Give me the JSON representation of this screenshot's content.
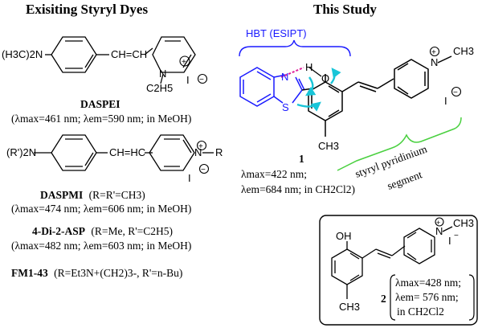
{
  "headers": {
    "left": "Exisiting Styryl Dyes",
    "right": "This Study"
  },
  "daspei": {
    "amine": "(H3C)2N",
    "vinyl": "CH=CH",
    "n_plus": "N",
    "ethyl": "C2H5",
    "iodide": "I",
    "name": "DASPEI",
    "props": "(λmax=461 nm; λem=590 nm; in MeOH)"
  },
  "daspmi": {
    "amine": "(R')2N",
    "vinyl": "CH=HC",
    "n_plus": "N",
    "r_group": "R",
    "iodide": "I",
    "name": "DASPMI",
    "name_note": "(R=R'=CH3)",
    "props": "(λmax=474 nm; λem=606 nm; in MeOH)"
  },
  "asp": {
    "name": "4-Di-2-ASP",
    "name_note": "(R=Me, R'=C2H5)",
    "props": "(λmax=482 nm; λem=603 nm; in MeOH)"
  },
  "fm": {
    "name": "FM1-43",
    "name_note": "(R=Et3N+(CH2)3-, R'=n-Bu)"
  },
  "compound1": {
    "hbt_label": "HBT (ESIPT)",
    "atoms": {
      "n": "N",
      "s": "S",
      "h": "H",
      "o": "O",
      "ch3": "CH3",
      "n_plus": "N",
      "iodide": "I",
      "methyl": "CH3"
    },
    "number": "1",
    "lambda_max": "λmax=422 nm;",
    "lambda_em": "λem=684 nm; in CH2Cl2)",
    "segment_label_1": "styryl pyridinium",
    "segment_label_2": "segment"
  },
  "compound2": {
    "atoms": {
      "oh": "OH",
      "ch3": "CH3",
      "n_plus": "N",
      "methyl": "CH3",
      "iodide": "I"
    },
    "number": "2",
    "lambda_max": "λmax=428 nm;",
    "lambda_em": "λem= 576 nm;",
    "solvent": "in CH2Cl2"
  },
  "colors": {
    "hbt": "#1a1aff",
    "hbond": "#e0209a",
    "esipt_arrows": "#19c5d8",
    "segment_brace": "#4ad040"
  }
}
